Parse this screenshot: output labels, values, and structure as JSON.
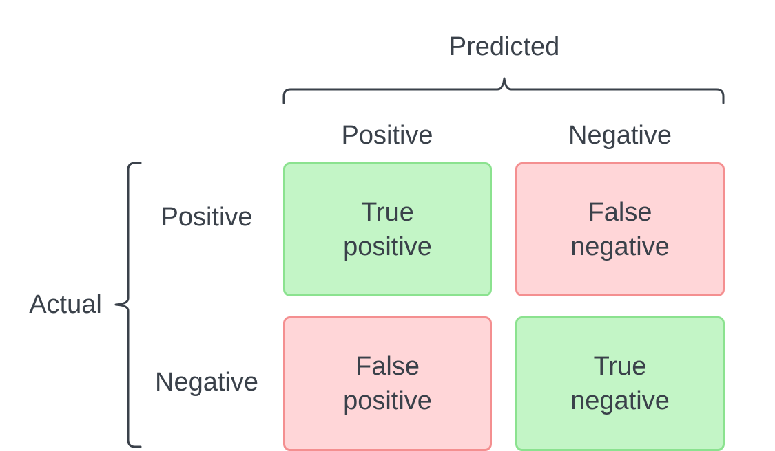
{
  "predicted": {
    "title": "Predicted",
    "columns": [
      "Positive",
      "Negative"
    ]
  },
  "actual": {
    "title": "Actual",
    "rows": [
      "Positive",
      "Negative"
    ]
  },
  "cells": [
    {
      "line1": "True",
      "line2": "positive",
      "outcome": "correct"
    },
    {
      "line1": "False",
      "line2": "negative",
      "outcome": "incorrect"
    },
    {
      "line1": "False",
      "line2": "positive",
      "outcome": "incorrect"
    },
    {
      "line1": "True",
      "line2": "negative",
      "outcome": "correct"
    }
  ],
  "colors": {
    "correct_fill": "#c3f5c6",
    "correct_border": "#8be28f",
    "incorrect_fill": "#ffd6d8",
    "incorrect_border": "#f48f90",
    "text": "#3a414a"
  }
}
